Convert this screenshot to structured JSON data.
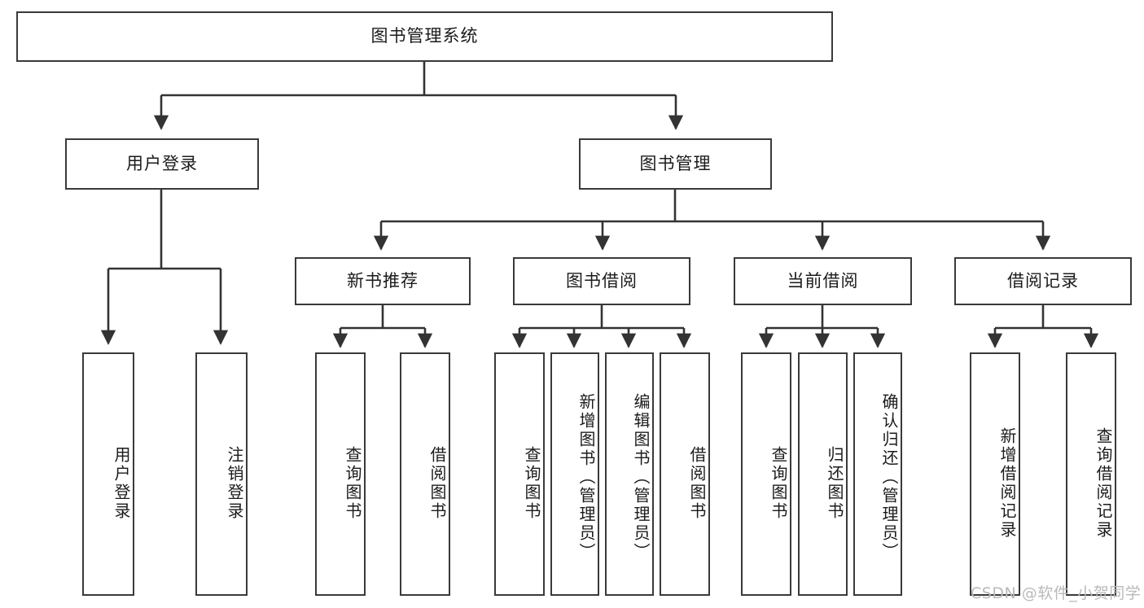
{
  "diagram": {
    "title": "图书管理系统",
    "type": "tree-hierarchy-diagram",
    "root": {
      "id": "root",
      "label": "图书管理系统"
    },
    "level2": [
      {
        "id": "user-login",
        "label": "用户登录"
      },
      {
        "id": "book-manage",
        "label": "图书管理"
      }
    ],
    "level3": [
      {
        "id": "new-book-rec",
        "label": "新书推荐",
        "parent": "book-manage"
      },
      {
        "id": "book-borrow",
        "label": "图书借阅",
        "parent": "book-manage"
      },
      {
        "id": "current-borrow",
        "label": "当前借阅",
        "parent": "book-manage"
      },
      {
        "id": "borrow-record",
        "label": "借阅记录",
        "parent": "book-manage"
      }
    ],
    "leaves": [
      {
        "id": "leaf-user-login",
        "label": "用户登录",
        "parent": "user-login"
      },
      {
        "id": "leaf-user-logout",
        "label": "注销登录",
        "parent": "user-login"
      },
      {
        "id": "leaf-query-book-1",
        "label": "查询图书",
        "parent": "new-book-rec"
      },
      {
        "id": "leaf-borrow-book-1",
        "label": "借阅图书",
        "parent": "new-book-rec"
      },
      {
        "id": "leaf-query-book-2",
        "label": "查询图书",
        "parent": "book-borrow"
      },
      {
        "id": "leaf-add-book",
        "label": "新增图书（管理员）",
        "parent": "book-borrow"
      },
      {
        "id": "leaf-edit-book",
        "label": "编辑图书（管理员）",
        "parent": "book-borrow"
      },
      {
        "id": "leaf-borrow-book-2",
        "label": "借阅图书",
        "parent": "book-borrow"
      },
      {
        "id": "leaf-query-book-3",
        "label": "查询图书",
        "parent": "current-borrow"
      },
      {
        "id": "leaf-return-book",
        "label": "归还图书",
        "parent": "current-borrow"
      },
      {
        "id": "leaf-confirm-return",
        "label": "确认归还（管理员）",
        "parent": "current-borrow"
      },
      {
        "id": "leaf-add-record",
        "label": "新增借阅记录",
        "parent": "borrow-record"
      },
      {
        "id": "leaf-query-record",
        "label": "查询借阅记录",
        "parent": "borrow-record"
      }
    ]
  },
  "watermark": {
    "text": "CSDN @软件_小贺同学"
  },
  "colors": {
    "background": "#ffffff",
    "box_border": "#3a3a3a",
    "text": "#1b1b1b",
    "edge": "#333333",
    "watermark": "#b9b9b9"
  }
}
